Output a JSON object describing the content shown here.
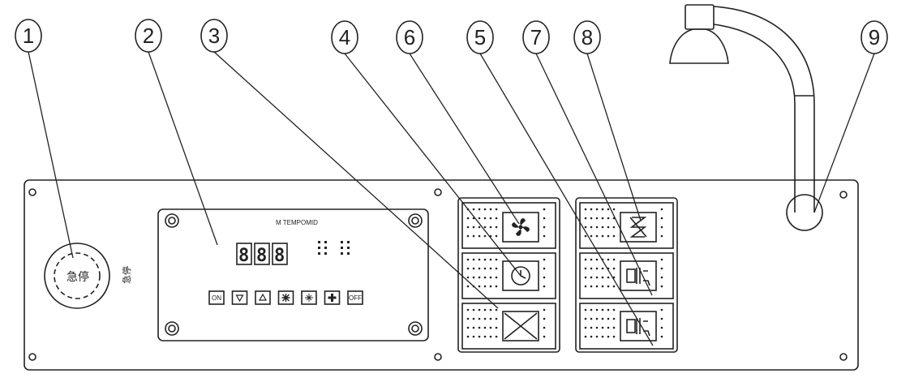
{
  "callouts": [
    {
      "number": "1"
    },
    {
      "number": "2"
    },
    {
      "number": "3"
    },
    {
      "number": "4"
    },
    {
      "number": "6"
    },
    {
      "number": "5"
    },
    {
      "number": "7"
    },
    {
      "number": "8"
    },
    {
      "number": "9"
    }
  ],
  "controller": {
    "model_text": "M TEMPOMID",
    "display_digits": [
      "8",
      "8",
      "8"
    ],
    "buttons": [
      {
        "label": "ON",
        "icon": "on-text"
      },
      {
        "label": "",
        "icon": "down-triangle-icon"
      },
      {
        "label": "",
        "icon": "up-triangle-icon"
      },
      {
        "label": "",
        "icon": "snowflake-icon"
      },
      {
        "label": "",
        "icon": "defrost-icon"
      },
      {
        "label": "",
        "icon": "fan-icon"
      },
      {
        "label": "OFF",
        "icon": "off-text"
      }
    ]
  },
  "switch_labels": {
    "inner": "急停",
    "side": "急停"
  },
  "left_switch_bank": {
    "switches": [
      {
        "icon": "fan-icon"
      },
      {
        "icon": "clock-icon"
      },
      {
        "icon": "cross-icon"
      }
    ]
  },
  "right_switch_bank": {
    "switches": [
      {
        "icon": "heater-icon"
      },
      {
        "icon": "light-icon"
      },
      {
        "icon": "light-icon"
      }
    ]
  }
}
